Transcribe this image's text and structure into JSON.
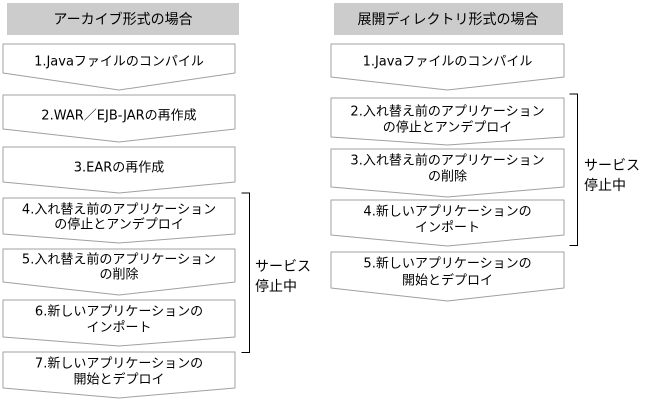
{
  "palette": {
    "background": "#ffffff",
    "header_bg": "#cccccc",
    "box_border": "#a0a0a0",
    "box_fill": "#ffffff",
    "bracket_color": "#000000",
    "text_color": "#000000"
  },
  "columns": [
    {
      "header": "アーカイブ形式の場合",
      "steps": [
        {
          "lines": [
            "1.Javaファイルのコンパイル"
          ]
        },
        {
          "lines": [
            "2.WAR／EJB-JARの再作成"
          ]
        },
        {
          "lines": [
            "3.EARの再作成"
          ]
        },
        {
          "lines": [
            "4.入れ替え前のアプリケーション",
            "の停止とアンデプロイ"
          ]
        },
        {
          "lines": [
            "5.入れ替え前のアプリケーション",
            "の削除"
          ]
        },
        {
          "lines": [
            "6.新しいアプリケーションの",
            "インポート"
          ]
        },
        {
          "lines": [
            "7.新しいアプリケーションの",
            "開始とデプロイ"
          ]
        }
      ],
      "bracket_label": {
        "line1": "サービス",
        "line2": "停止中"
      }
    },
    {
      "header": "展開ディレクトリ形式の場合",
      "steps": [
        {
          "lines": [
            "1.Javaファイルのコンパイル"
          ]
        },
        {
          "lines": [
            "2.入れ替え前のアプリケーション",
            "の停止とアンデプロイ"
          ]
        },
        {
          "lines": [
            "3.入れ替え前のアプリケーション",
            "の削除"
          ]
        },
        {
          "lines": [
            "4.新しいアプリケーションの",
            "インポート"
          ]
        },
        {
          "lines": [
            "5.新しいアプリケーションの",
            "開始とデプロイ"
          ]
        }
      ],
      "bracket_label": {
        "line1": "サービス",
        "line2": "停止中"
      }
    }
  ]
}
